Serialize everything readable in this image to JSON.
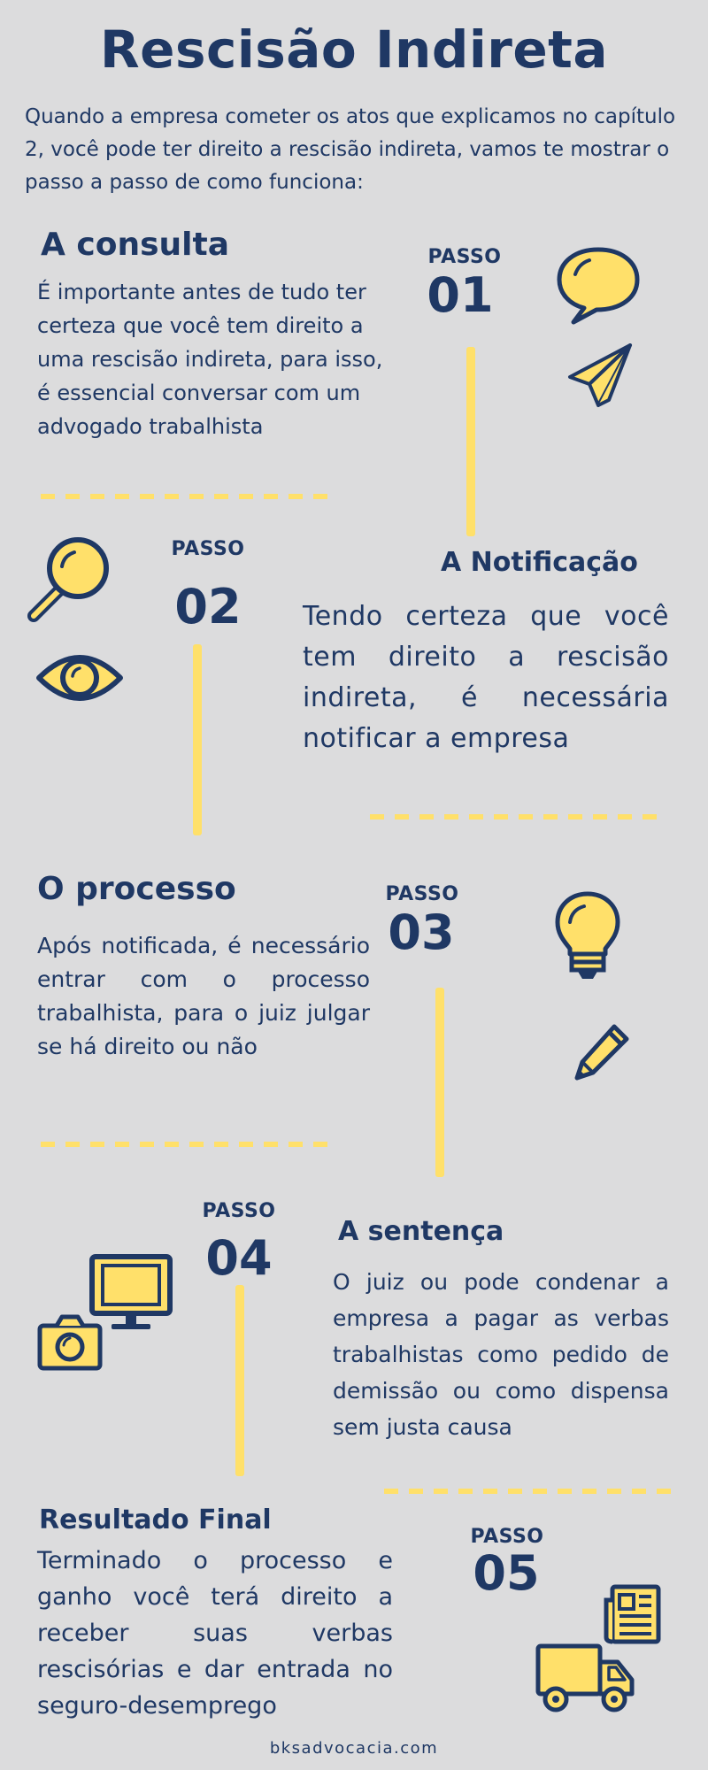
{
  "title": "Rescisão Indireta",
  "intro": "Quando a empresa cometer os atos que explicamos no capítulo 2, você pode ter direito a rescisão indireta, vamos te mostrar o passo a passo de como funciona:",
  "steps": [
    {
      "label": "PASSO",
      "number": "01",
      "title": "A consulta",
      "text": "É importante antes de tudo ter certeza que você tem direito a uma rescisão indireta, para isso, é essencial conversar com um advogado trabalhista",
      "icons": [
        "speech-bubble-icon",
        "paper-plane-icon"
      ]
    },
    {
      "label": "PASSO",
      "number": "02",
      "title": "A Notificação",
      "text": "Tendo certeza que você tem direito a rescisão indireta, é necessária notificar  a empresa",
      "icons": [
        "magnifying-glass-icon",
        "eye-icon"
      ]
    },
    {
      "label": "PASSO",
      "number": "03",
      "title": "O processo",
      "text": "Após notificada, é necessário entrar com o processo trabalhista, para o juiz julgar se há direito ou não",
      "icons": [
        "lightbulb-icon",
        "pencil-icon"
      ]
    },
    {
      "label": "PASSO",
      "number": "04",
      "title": "A sentença",
      "text": "O juiz  ou pode condenar a empresa a pagar as verbas trabalhistas como pedido de demissão ou como dispensa sem justa causa",
      "icons": [
        "monitor-icon",
        "camera-icon"
      ]
    },
    {
      "label": "PASSO",
      "number": "05",
      "title": "Resultado Final",
      "text": "Terminado o processo e ganho você terá direito a receber suas verbas rescisórias e dar entrada no seguro-desemprego",
      "icons": [
        "document-icon",
        "truck-icon"
      ]
    }
  ],
  "footer": "bksadvocacia.com",
  "colors": {
    "background": "#dcdcdd",
    "navy": "#1f3864",
    "yellow": "#ffe06a"
  }
}
